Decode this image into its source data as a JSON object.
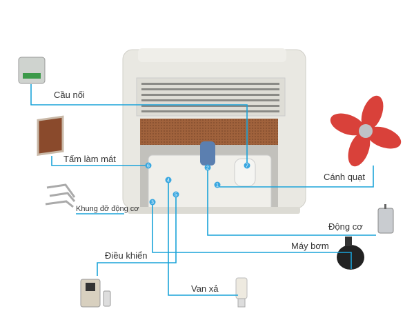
{
  "labels": {
    "cau_noi": "Cầu nối",
    "tam_lam_mat": "Tấm làm mát",
    "khung_do": "Khung đỡ động cơ",
    "dieu_khien": "Điều khiển",
    "van_xa": "Van xả",
    "canh_quat": "Cánh quạt",
    "dong_co": "Động cơ",
    "may_bom": "Máy bơm"
  },
  "badges": [
    "1",
    "2",
    "3",
    "4",
    "5",
    "6",
    "7"
  ],
  "colors": {
    "line": "#1aa3d9",
    "badge": "#3aa7e0",
    "fan": "#d9413a",
    "pad": "#a0623c",
    "body": "#e9e8e2"
  }
}
